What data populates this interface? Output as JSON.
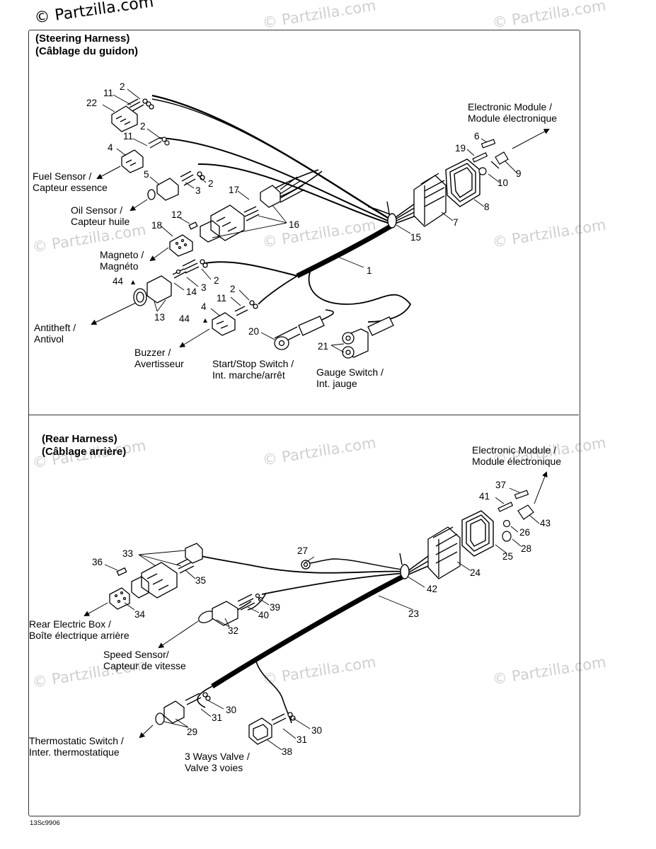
{
  "watermark": {
    "primary": "© Partzilla.com",
    "repeat": "© Partzilla.com"
  },
  "steering": {
    "title_en": "(Steering Harness)",
    "title_fr": "(Câblage du guidon)",
    "labels": {
      "electronic_module_en": "Electronic Module /",
      "electronic_module_fr": "Module électronique",
      "fuel_sensor_en": "Fuel Sensor /",
      "fuel_sensor_fr": "Capteur essence",
      "oil_sensor_en": "Oil Sensor /",
      "oil_sensor_fr": "Capteur huile",
      "magneto_en": "Magneto /",
      "magneto_fr": "Magnéto",
      "antitheft_en": "Antitheft /",
      "antitheft_fr": "Antivol",
      "buzzer_en": "Buzzer /",
      "buzzer_fr": "Avertisseur",
      "start_stop_en": "Start/Stop Switch /",
      "start_stop_fr": "Int. marche/arrêt",
      "gauge_switch_en": "Gauge Switch /",
      "gauge_switch_fr": "Int. jauge"
    }
  },
  "rear": {
    "title_en": "(Rear Harness)",
    "title_fr": "(Câblage arrière)",
    "labels": {
      "electronic_module_en": "Electronic Module /",
      "electronic_module_fr": "Module électronique",
      "rear_box_en": "Rear Electric Box /",
      "rear_box_fr": "Boîte électrique arrière",
      "speed_sensor_en": "Speed Sensor/",
      "speed_sensor_fr": "Capteur de vitesse",
      "thermo_en": "Thermostatic Switch /",
      "thermo_fr": "Inter. thermostatique",
      "valve_en": "3 Ways Valve /",
      "valve_fr": "Valve 3 voies"
    }
  },
  "part_numbers": {
    "s2a": "2",
    "s11a": "11",
    "s22": "22",
    "s2b": "2",
    "s11b": "11",
    "s4a": "4",
    "s5": "5",
    "s2c": "2",
    "s3a": "3",
    "s17": "17",
    "s16": "16",
    "s12": "12",
    "s18": "18",
    "s2d": "2",
    "s3b": "3",
    "s44a": "44",
    "s14": "14",
    "s13": "13",
    "s2e": "2",
    "s11c": "11",
    "s4b": "4",
    "s44b": "44",
    "s20": "20",
    "s21": "21",
    "s1": "1",
    "s15": "15",
    "s7": "7",
    "s8": "8",
    "s10": "10",
    "s9": "9",
    "s19": "19",
    "s6": "6",
    "r37": "37",
    "r41": "41",
    "r43": "43",
    "r26": "26",
    "r28": "28",
    "r25": "25",
    "r24": "24",
    "r27": "27",
    "r42": "42",
    "r23": "23",
    "r33": "33",
    "r36": "36",
    "r35": "35",
    "r34": "34",
    "r39": "39",
    "r40": "40",
    "r32": "32",
    "r30a": "30",
    "r31a": "31",
    "r29": "29",
    "r30b": "30",
    "r31b": "31",
    "r38": "38"
  },
  "figure_code": "13Sc9906"
}
